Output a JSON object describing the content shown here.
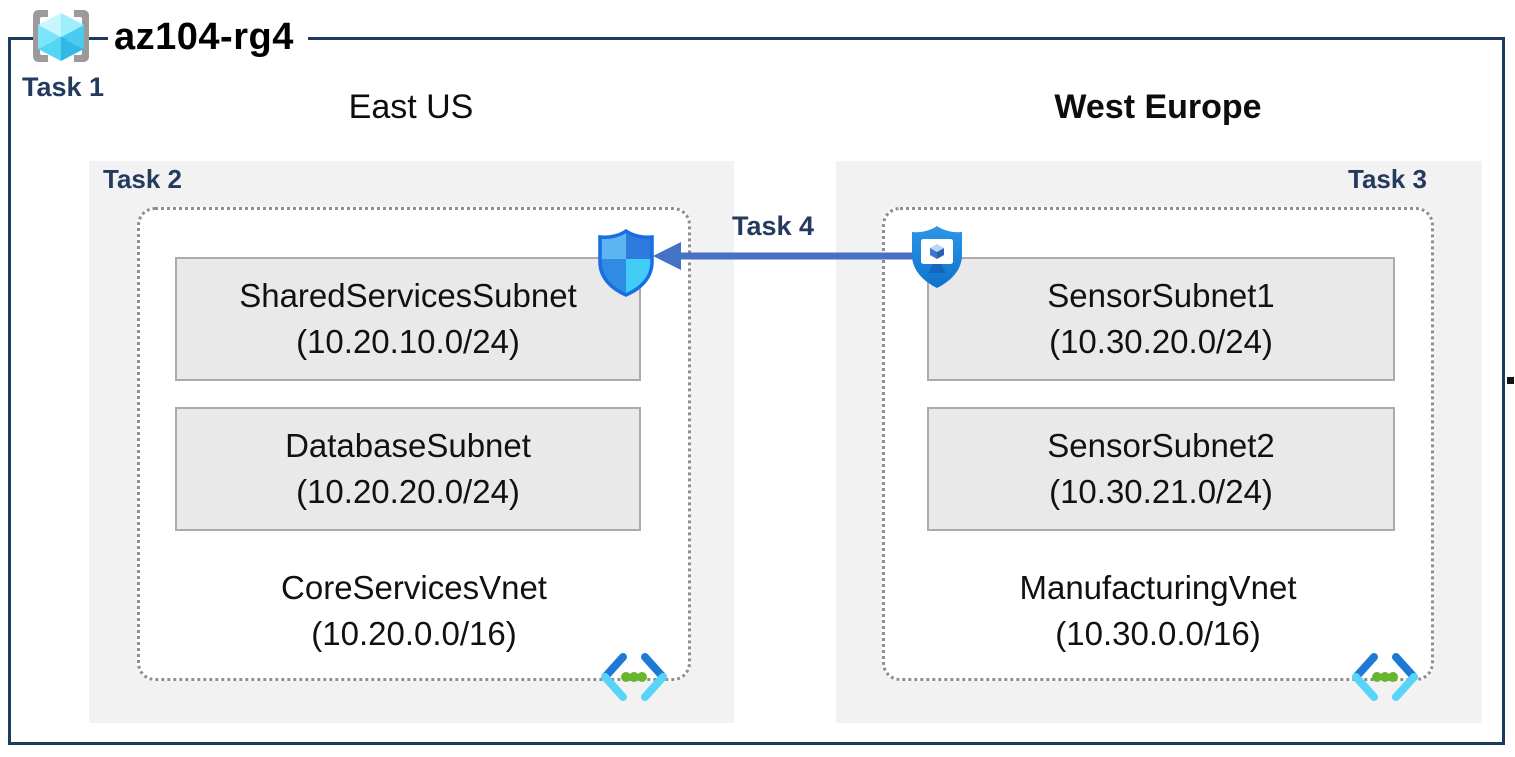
{
  "title": "az104-rg4",
  "tasks": {
    "task1": "Task 1",
    "task4": "Task 4"
  },
  "regions": [
    {
      "name": "East US",
      "task_label": "Task 2",
      "vnet": {
        "name": "CoreServicesVnet",
        "cidr": "(10.20.0.0/16)",
        "subnets": [
          {
            "name": "SharedServicesSubnet",
            "cidr": "(10.20.10.0/24)"
          },
          {
            "name": "DatabaseSubnet",
            "cidr": "(10.20.20.0/24)"
          }
        ]
      }
    },
    {
      "name": "West Europe",
      "task_label": "Task 3",
      "vnet": {
        "name": "ManufacturingVnet",
        "cidr": "(10.30.0.0/16)",
        "subnets": [
          {
            "name": "SensorSubnet1",
            "cidr": "(10.30.20.0/24)"
          },
          {
            "name": "SensorSubnet2",
            "cidr": "(10.30.21.0/24)"
          }
        ]
      }
    }
  ],
  "arrow": {
    "label": "Task 4",
    "direction": "right-to-left",
    "color": "#4472c4"
  },
  "icons": {
    "resource_group": "resource-group-icon",
    "nsg": "network-security-group-shield-icon",
    "asg": "application-security-group-shield-icon",
    "vnet": "virtual-network-icon"
  },
  "colors": {
    "frame": "#1d3a5f",
    "task_text": "#243a5e",
    "panel": "#f2f2f2",
    "subnet_fill": "#e9e9e9",
    "subnet_border": "#ababab",
    "dotted_border": "#8f8f8f",
    "arrow": "#4472c4"
  }
}
